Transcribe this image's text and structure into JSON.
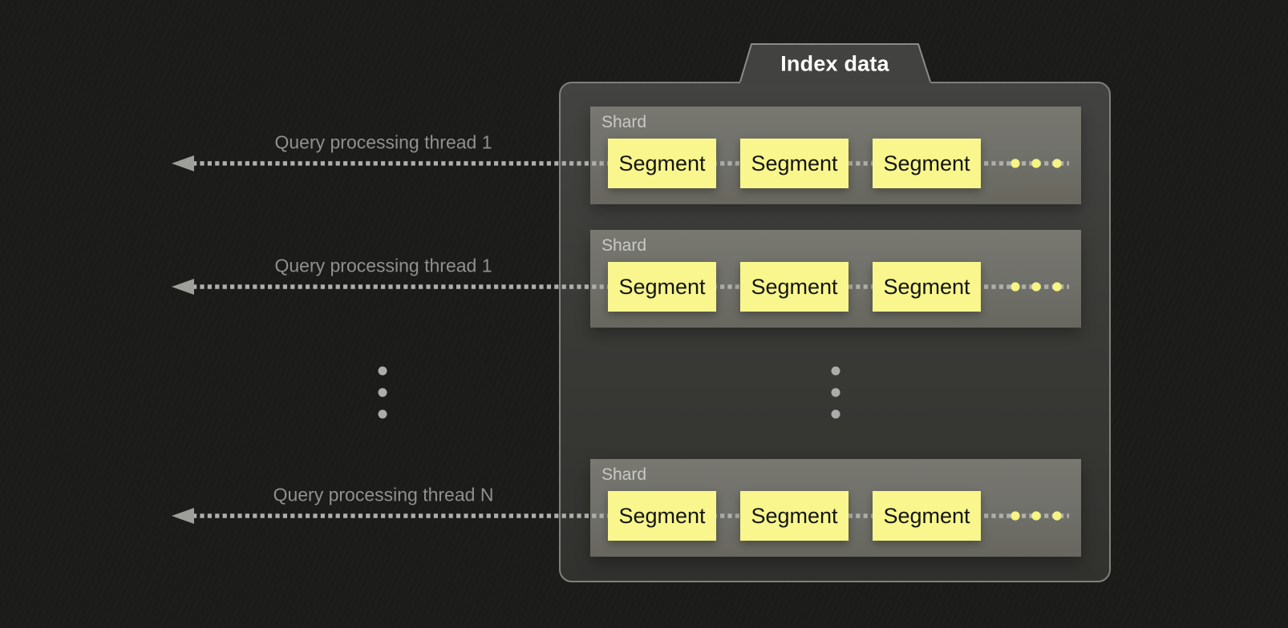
{
  "diagram": {
    "tab_label": "Index data",
    "shards": [
      {
        "label": "Shard",
        "segments": [
          "Segment",
          "Segment",
          "Segment"
        ],
        "more_segments_ellipsis": true
      },
      {
        "label": "Shard",
        "segments": [
          "Segment",
          "Segment",
          "Segment"
        ],
        "more_segments_ellipsis": true
      },
      {
        "label": "Shard",
        "segments": [
          "Segment",
          "Segment",
          "Segment"
        ],
        "more_segments_ellipsis": true
      }
    ],
    "threads": [
      {
        "label": "Query processing thread 1"
      },
      {
        "label": "Query processing thread 1"
      },
      {
        "label": "Query processing thread N"
      }
    ],
    "more_threads_ellipsis": true,
    "more_shards_ellipsis": true
  },
  "colors": {
    "background": "#1b1b19",
    "container_fill_top": "#434341",
    "container_fill_bottom": "#31312e",
    "container_border": "#80807d",
    "tab_fill": "#424240",
    "tab_text": "#ffffff",
    "shard_fill": "#70706a",
    "shard_label_text": "#c9c9c6",
    "segment_fill": "#f8f68c",
    "segment_text": "#141414",
    "arrow_line": "#aeaeab",
    "arrow_head": "#9e9e9b",
    "thread_label_text": "#909090",
    "ellipsis_dot_gray": "#acacaa",
    "ellipsis_dot_yellow": "#f6f483"
  }
}
